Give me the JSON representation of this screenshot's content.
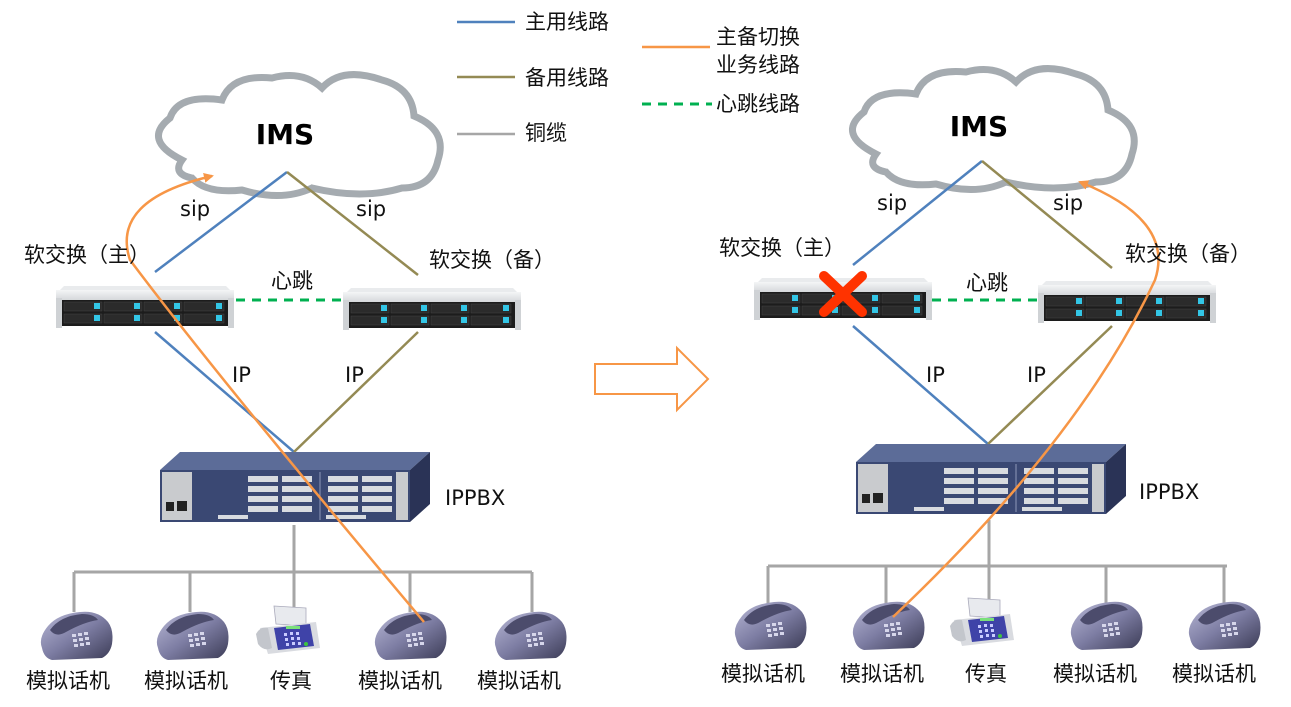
{
  "legend": {
    "primary_line": {
      "label": "主用线路",
      "color": "#4F81BD"
    },
    "backup_line": {
      "label": "备用线路",
      "color": "#948A54"
    },
    "copper_cable": {
      "label": "铜缆",
      "color": "#A6A6A6"
    },
    "switchover_line": {
      "label_line1": "主备切换",
      "label_line2": "业务线路",
      "color": "#F79646"
    },
    "heartbeat_line": {
      "label": "心跳线路",
      "color": "#00B050"
    }
  },
  "colors": {
    "cloud_outline": "#A5ABB0",
    "fault_cross": "#FF3300",
    "transition_arrow": "#F79646"
  },
  "left": {
    "cloud_label": "IMS",
    "sip_primary": "sip",
    "sip_backup": "sip",
    "softswitch_primary": "软交换（主）",
    "softswitch_backup": "软交换（备）",
    "heartbeat": "心跳",
    "ip_primary": "IP",
    "ip_backup": "IP",
    "ippbx": "IPPBX",
    "endpoints": [
      {
        "type": "phone",
        "label": "模拟话机"
      },
      {
        "type": "phone",
        "label": "模拟话机"
      },
      {
        "type": "fax",
        "label": "传真"
      },
      {
        "type": "phone",
        "label": "模拟话机"
      },
      {
        "type": "phone",
        "label": "模拟话机"
      }
    ],
    "primary_failed": false
  },
  "right": {
    "cloud_label": "IMS",
    "sip_primary": "sip",
    "sip_backup": "sip",
    "softswitch_primary": "软交换（主）",
    "softswitch_backup": "软交换（备）",
    "heartbeat": "心跳",
    "ip_primary": "IP",
    "ip_backup": "IP",
    "ippbx": "IPPBX",
    "endpoints": [
      {
        "type": "phone",
        "label": "模拟话机"
      },
      {
        "type": "phone",
        "label": "模拟话机"
      },
      {
        "type": "fax",
        "label": "传真"
      },
      {
        "type": "phone",
        "label": "模拟话机"
      },
      {
        "type": "phone",
        "label": "模拟话机"
      }
    ],
    "primary_failed": true
  }
}
